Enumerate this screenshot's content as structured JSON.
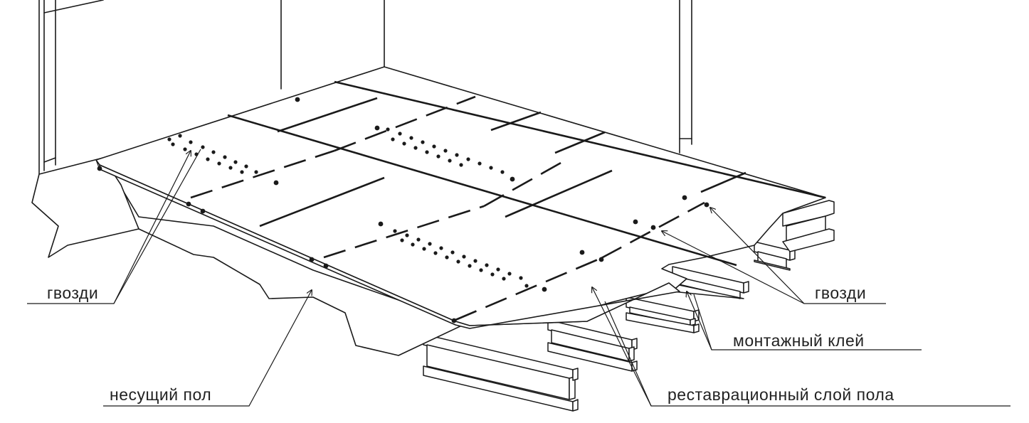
{
  "diagram": {
    "labels": {
      "nails_left": "гвозди",
      "nails_right": "гвозди",
      "mounting_glue": "монтажный клей",
      "subfloor": "несущий пол",
      "restoration_layer": "реставрационный слой пола"
    },
    "colors": {
      "line": "#1a1a1a",
      "background": "#ffffff",
      "text": "#222222"
    }
  }
}
